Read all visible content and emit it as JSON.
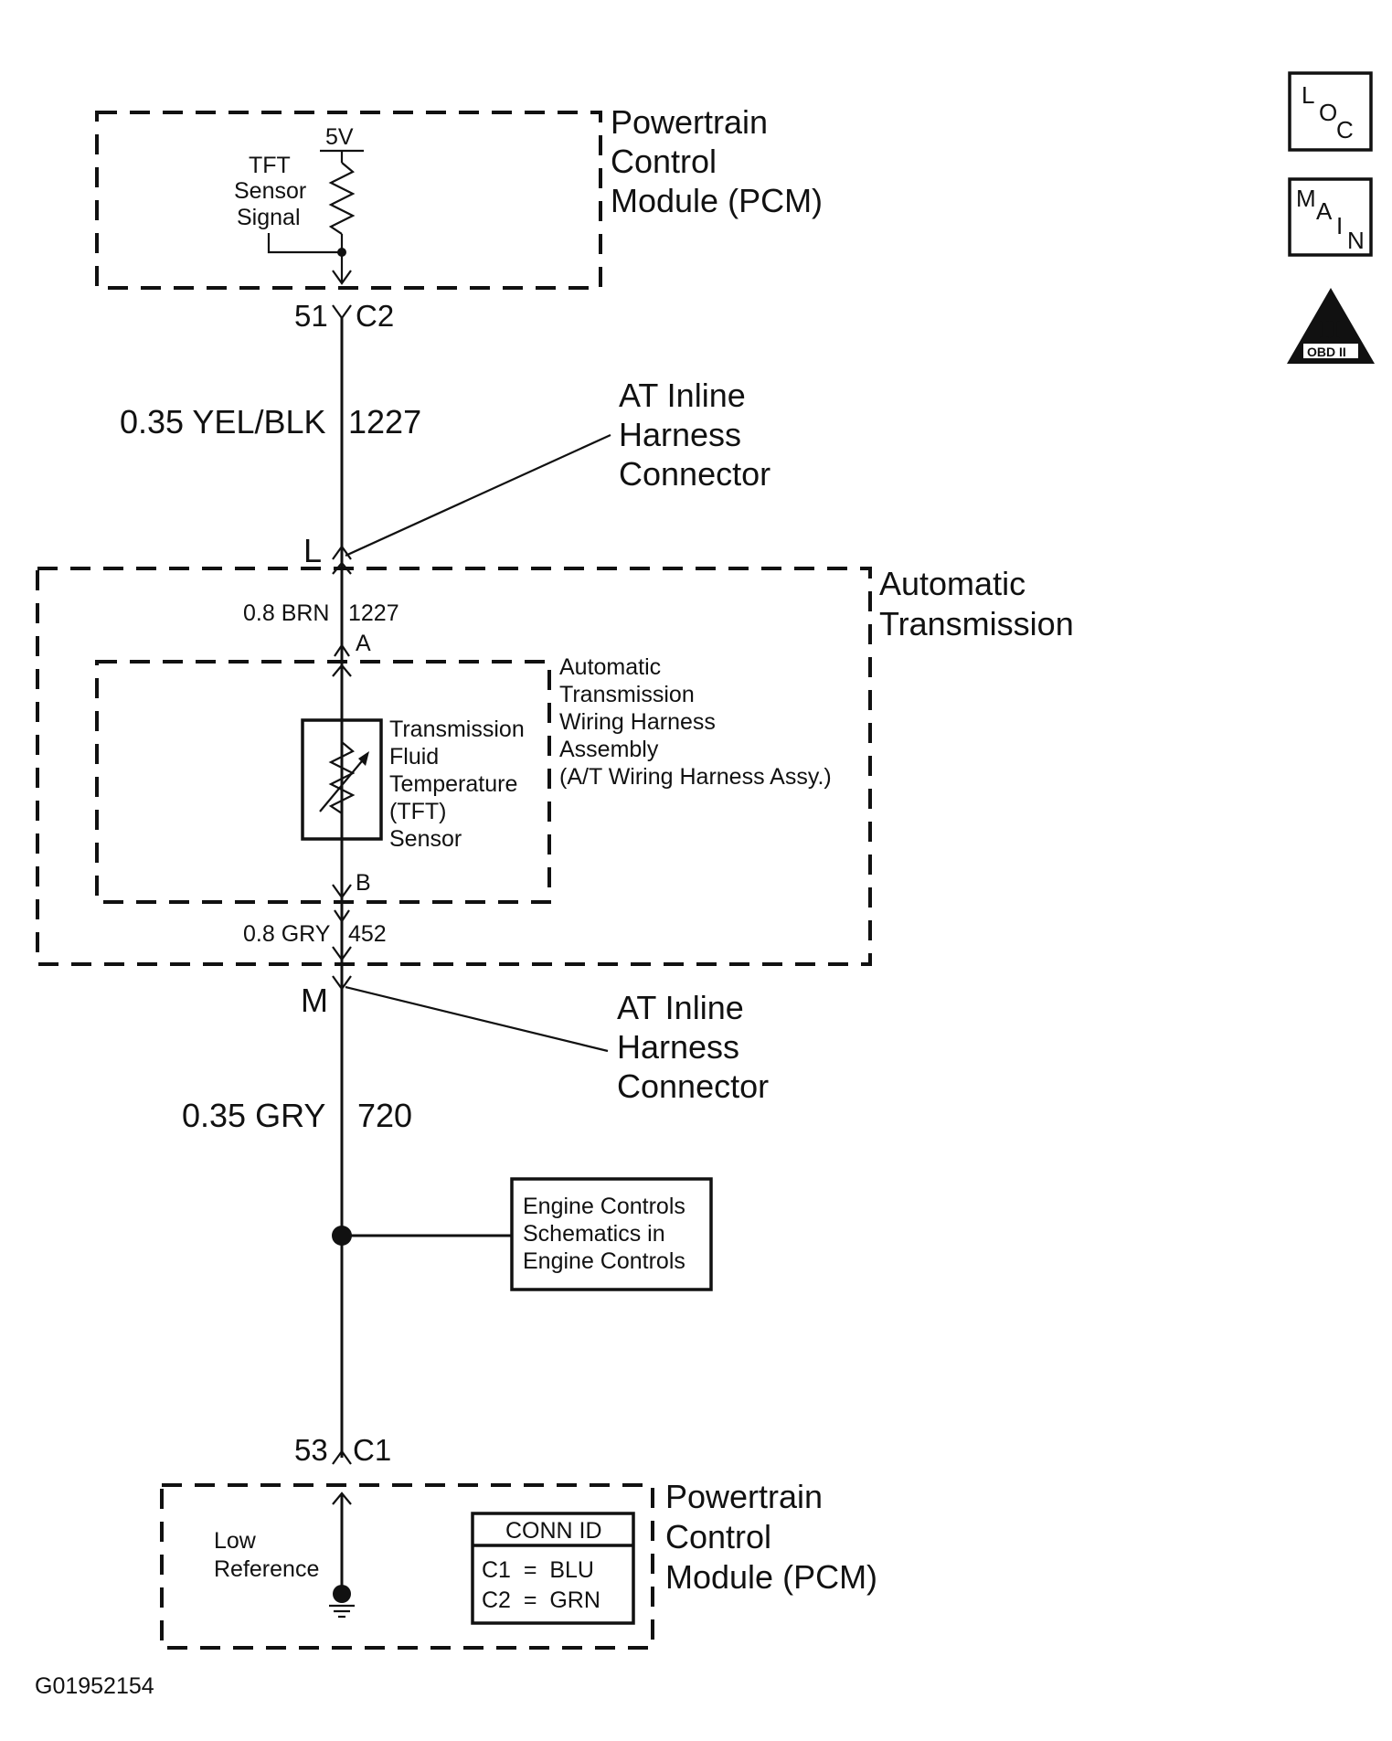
{
  "pcm_top": {
    "title_lines": [
      "Powertrain",
      "Control",
      "Module (PCM)"
    ],
    "voltage": "5V",
    "signal_lines": [
      "TFT",
      "Sensor",
      "Signal"
    ]
  },
  "connector_top": {
    "pin": "51",
    "conn": "C2"
  },
  "wire_top": {
    "gauge_color": "0.35 YEL/BLK",
    "circuit": "1227"
  },
  "inline_connector_1": {
    "label_lines": [
      "AT Inline",
      "Harness",
      "Connector"
    ],
    "pin": "L"
  },
  "auto_trans": {
    "title_lines": [
      "Automatic",
      "Transmission"
    ],
    "wire_a": {
      "gauge_color": "0.8 BRN",
      "circuit": "1227",
      "pin": "A"
    },
    "wire_b": {
      "gauge_color": "0.8 GRY",
      "circuit": "452",
      "pin": "B"
    }
  },
  "harness_assy": {
    "label_lines": [
      "Automatic",
      "Transmission",
      "Wiring Harness",
      "Assembly",
      "(A/T Wiring Harness Assy.)"
    ]
  },
  "tft_sensor": {
    "label_lines": [
      "Transmission",
      "Fluid",
      "Temperature",
      "(TFT)",
      "Sensor"
    ]
  },
  "inline_connector_2": {
    "label_lines": [
      "AT Inline",
      "Harness",
      "Connector"
    ],
    "pin": "M"
  },
  "wire_bottom": {
    "gauge_color": "0.35 GRY",
    "circuit": "720"
  },
  "engine_controls": {
    "label_lines": [
      "Engine Controls",
      "Schematics in",
      "Engine Controls"
    ]
  },
  "connector_bottom": {
    "pin": "53",
    "conn": "C1"
  },
  "pcm_bottom": {
    "title_lines": [
      "Powertrain",
      "Control",
      "Module (PCM)"
    ],
    "ref_lines": [
      "Low",
      "Reference"
    ],
    "conn_id": {
      "header": "CONN ID",
      "rows": [
        "C1  =  BLU",
        "C2  =  GRN"
      ]
    }
  },
  "figure_id": "G01952154",
  "icons": {
    "loc": {
      "main": "L",
      "sub1": "O",
      "sub2": "C"
    },
    "main": {
      "l1": "M",
      "l2": "A",
      "l3": "I",
      "l4": "N"
    },
    "obd": {
      "numeral": "II",
      "text": "OBD II"
    }
  }
}
